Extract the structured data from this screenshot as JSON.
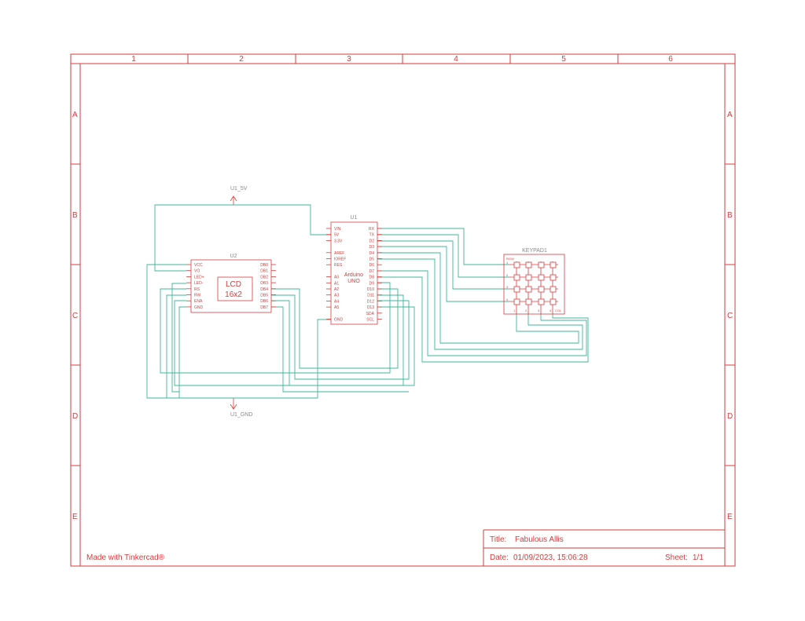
{
  "sheet": {
    "columns": [
      "1",
      "2",
      "3",
      "4",
      "5",
      "6"
    ],
    "rows": [
      "A",
      "B",
      "C",
      "D",
      "E"
    ],
    "footer_brand": "Made with Tinkercad®",
    "title_label": "Title:",
    "title_value": "Fabulous Allis",
    "date_label": "Date:",
    "date_value": "01/09/2023, 15:06:28",
    "sheet_label": "Sheet:",
    "sheet_value": "1/1"
  },
  "nets": {
    "power": "U1_5V",
    "ground": "U1_GND"
  },
  "lcd": {
    "ref": "U2",
    "line1": "LCD",
    "line2": "16x2",
    "left_pins": [
      "VCC",
      "VO",
      "LED+",
      "LED-",
      "RS",
      "RW",
      "ENA",
      "GND"
    ],
    "right_pins": [
      "DB0",
      "DB1",
      "DB2",
      "DB3",
      "DB4",
      "DB5",
      "DB6",
      "DB7"
    ]
  },
  "arduino": {
    "ref": "U1",
    "line1": "Arduino",
    "line2": "UNO",
    "left_pins": [
      "VIN",
      "5V",
      "3.3V",
      "",
      "AREF",
      "IOREF",
      "RES",
      "",
      "A0",
      "A1",
      "A2",
      "A3",
      "A4",
      "A5",
      "",
      "GND"
    ],
    "right_pins": [
      "RX",
      "TX",
      "D2",
      "D3",
      "D4",
      "D5",
      "D6",
      "D7",
      "D8",
      "D9",
      "D10",
      "D11",
      "D12",
      "D13",
      "SDA",
      "SCL"
    ]
  },
  "keypad": {
    "ref": "KEYPAD1",
    "row_label": "ROW",
    "col_label": "COL",
    "row_numbers": [
      "1",
      "2",
      "3",
      "4"
    ],
    "col_numbers": [
      "1",
      "2",
      "3",
      "4"
    ]
  },
  "colors": {
    "schematic": "#d63b3b",
    "wire": "#3fb59a",
    "net_label": "#888888"
  }
}
